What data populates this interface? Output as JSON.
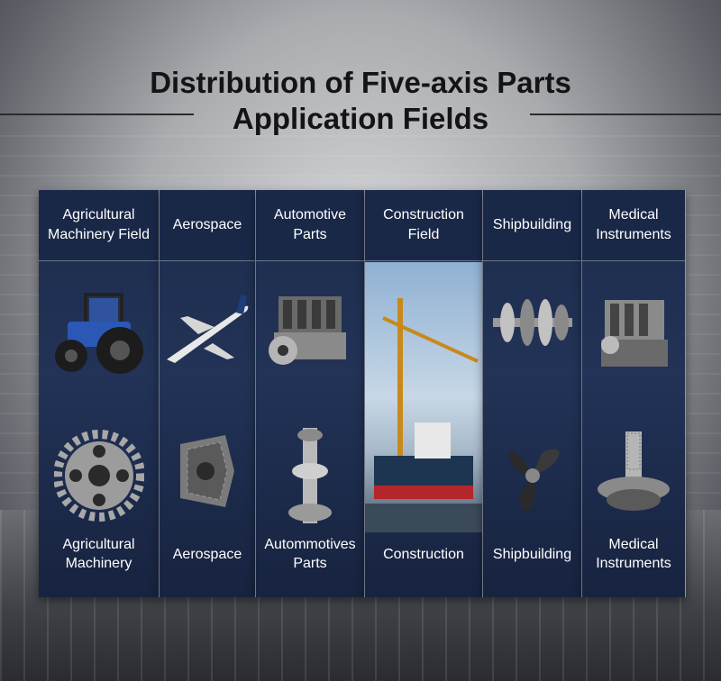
{
  "title_line1": "Distribution of Five-axis Parts",
  "title_line2": "Application Fields",
  "columns": [
    {
      "header": "Agricultural Machinery Field",
      "footer": "Agricultural Machinery"
    },
    {
      "header": "Aerospace",
      "footer": "Aerospace"
    },
    {
      "header": "Automotive Parts",
      "footer": "Autommotives Parts"
    },
    {
      "header": "Construction Field",
      "footer": "Construction"
    },
    {
      "header": "Shipbuilding",
      "footer": "Shipbuilding"
    },
    {
      "header": "Medical Instruments",
      "footer": "Medical Instruments"
    }
  ],
  "icons": [
    "tractor-icon",
    "gear-icon",
    "airplane-icon",
    "bevel-gear-icon",
    "engine-icon",
    "shaft-icon",
    "crane-ship-photo",
    "roller-shaft-icon",
    "propeller-icon",
    "engine-block-icon",
    "spindle-part-icon"
  ],
  "colors": {
    "panel": "#1d2c4c",
    "header": "#1a2848",
    "text": "#ffffff",
    "title": "#141414"
  }
}
